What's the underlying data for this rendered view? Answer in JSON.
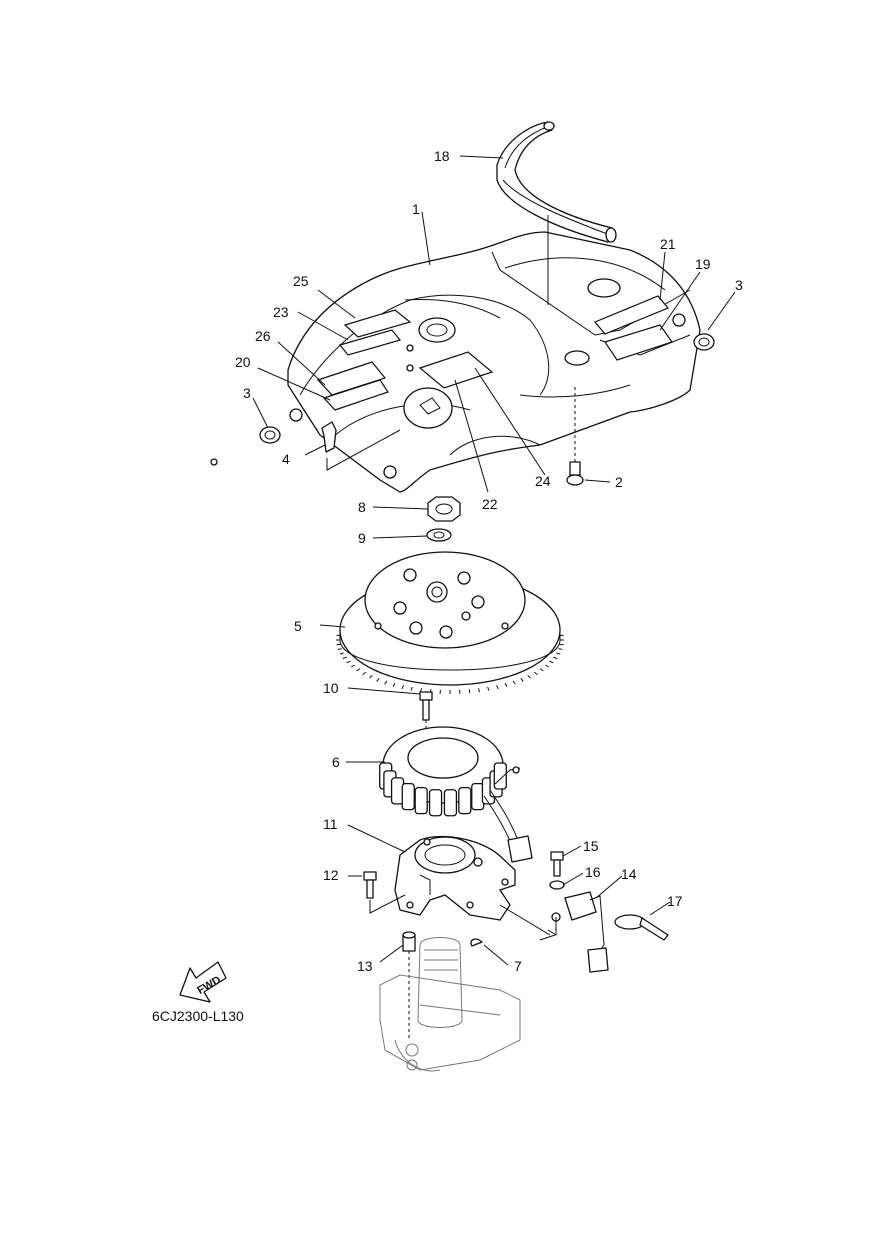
{
  "part_labels": {
    "p1": "1",
    "p2": "2",
    "p3a": "3",
    "p3b": "3",
    "p4": "4",
    "p5": "5",
    "p6": "6",
    "p7": "7",
    "p8": "8",
    "p9": "9",
    "p10": "10",
    "p11": "11",
    "p12": "12",
    "p13": "13",
    "p14": "14",
    "p15": "15",
    "p16": "16",
    "p17": "17",
    "p18": "18",
    "p19": "19",
    "p20": "20",
    "p21": "21",
    "p22": "22",
    "p23": "23",
    "p24": "24",
    "p25": "25",
    "p26": "26"
  },
  "fwd_label": "FWD",
  "diagram_code": "6CJ2300-L130"
}
